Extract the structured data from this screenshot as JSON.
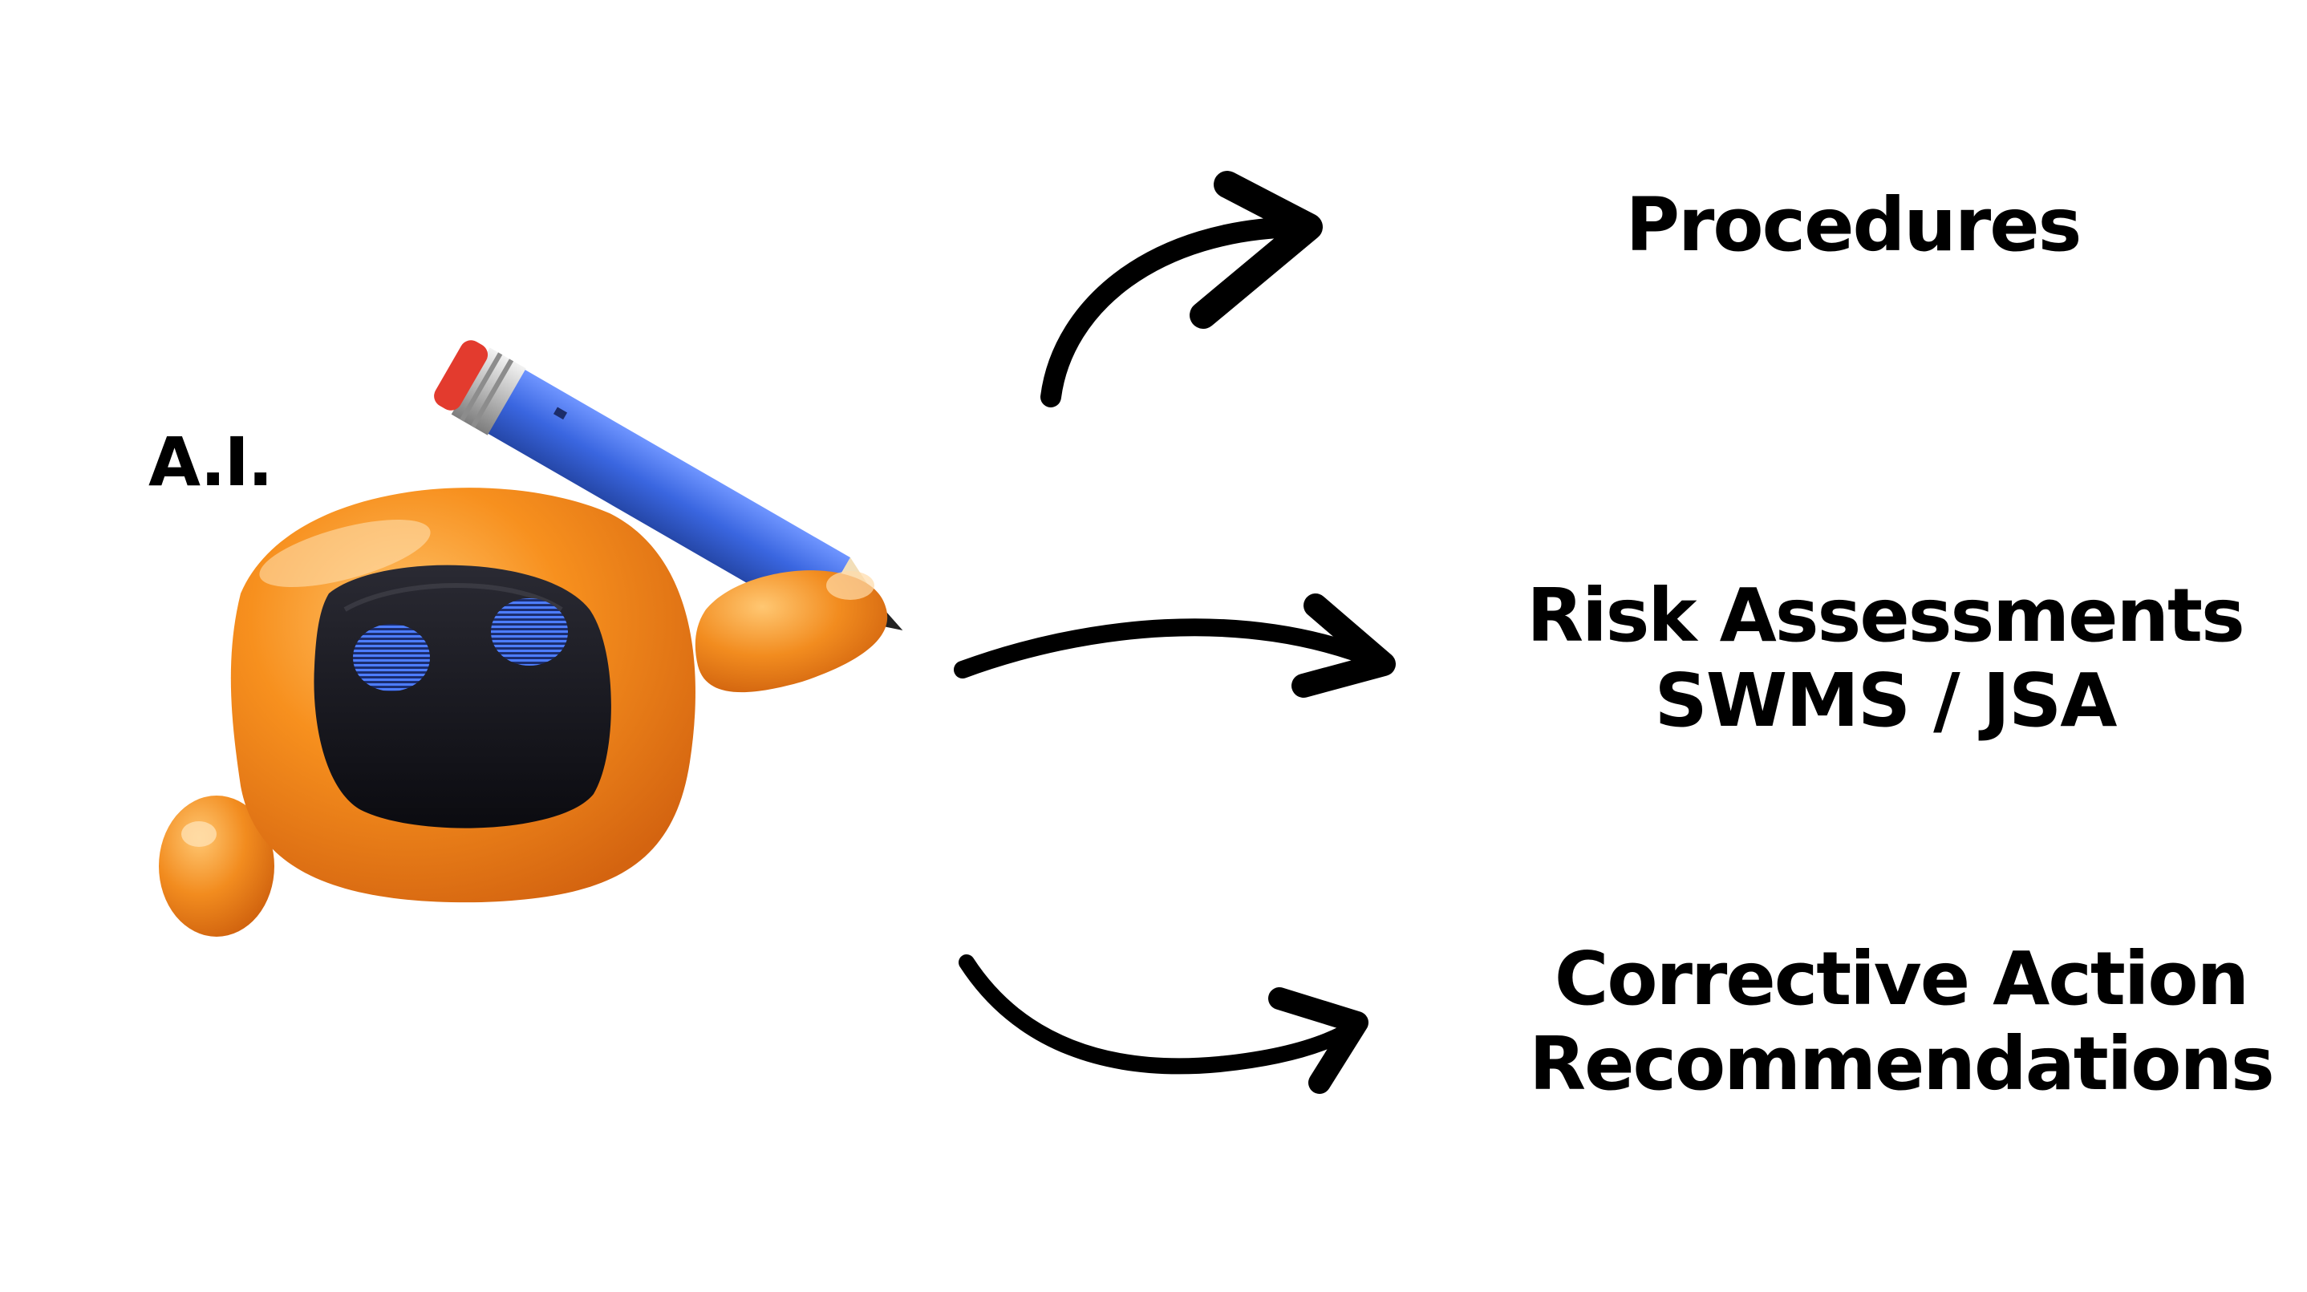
{
  "source_label": "A.I.",
  "outputs": [
    {
      "lines": [
        "Procedures"
      ]
    },
    {
      "lines": [
        "Risk Assessments",
        "SWMS / JSA"
      ]
    },
    {
      "lines": [
        "Corrective Action",
        "Recommendations"
      ]
    }
  ],
  "icon": "robot-mascot-with-pencil",
  "colors": {
    "text": "#000000",
    "arrow": "#000000",
    "robot_body": "#f7901e",
    "robot_face": "#121216",
    "robot_eyes": "#3f6ef0",
    "pencil_body": "#3a66e0",
    "pencil_eraser": "#e33b2e",
    "background": "#ffffff"
  }
}
